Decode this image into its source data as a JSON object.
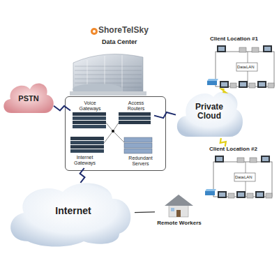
{
  "diagram": {
    "nodes": [
      {
        "text": [
          "ShoreTelSky",
          "Data Center"
        ]
      },
      {
        "text": [
          "PSTN"
        ]
      },
      {
        "text": [
          "Voice Gateways"
        ],
        "in": 0
      },
      {
        "text": [
          "Access Routers"
        ],
        "in": 0
      },
      {
        "text": [
          "Internet Gateways"
        ],
        "in": 0
      },
      {
        "text": [
          "Redundant Servers"
        ],
        "in": 0
      },
      {
        "text": [
          "Private Cloud"
        ]
      },
      {
        "text": [
          "Client Location #1"
        ]
      },
      {
        "text": [
          "Client Location #2"
        ]
      },
      {
        "text": [
          "Internet"
        ]
      },
      {
        "text": [
          "Remote Workers"
        ]
      }
    ],
    "edges": [
      {
        "from": 1,
        "to": 2,
        "arrow": "none"
      },
      {
        "from": 3,
        "to": 6,
        "arrow": "none"
      },
      {
        "from": 4,
        "to": 9,
        "arrow": "none"
      },
      {
        "from": 6,
        "to": 7,
        "arrow": "none"
      },
      {
        "from": 6,
        "to": 8,
        "arrow": "none"
      },
      {
        "from": 9,
        "to": 10,
        "arrow": "none"
      }
    ],
    "labels": [
      "Data",
      "LAN",
      "Data",
      "LAN"
    ]
  }
}
